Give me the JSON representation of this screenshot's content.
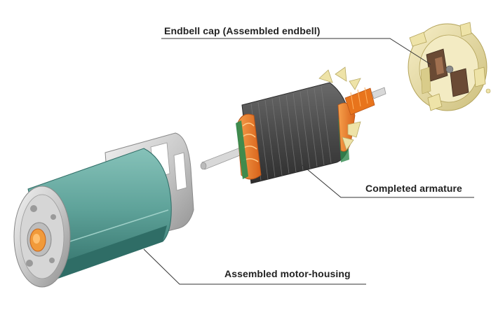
{
  "labels": {
    "endbell": "Endbell cap (Assembled endbell)",
    "armature": "Completed armature",
    "housing": "Assembled motor-housing"
  },
  "parts": [
    {
      "id": "endbell-cap",
      "icon": "endbell-cap-icon"
    },
    {
      "id": "armature",
      "icon": "armature-icon"
    },
    {
      "id": "motor-housing",
      "icon": "motor-housing-icon"
    }
  ],
  "colors": {
    "housing_teal": "#5fa39a",
    "housing_teal_dark": "#2f6d66",
    "metal_silver": "#c9c9c9",
    "copper_orange": "#e8741c",
    "armature_dark": "#4a4a4a",
    "endbell_cream": "#e9dfa9",
    "leader_line": "#333333"
  }
}
